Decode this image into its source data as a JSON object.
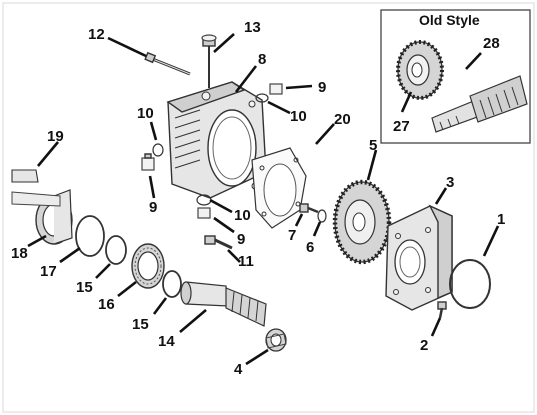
{
  "inset": {
    "title": "Old Style"
  },
  "callouts": {
    "p1": "1",
    "p2": "2",
    "p3": "3",
    "p4": "4",
    "p5": "5",
    "p6": "6",
    "p7": "7",
    "p8": "8",
    "p9a": "9",
    "p9b": "9",
    "p9c": "9",
    "p10a": "10",
    "p10b": "10",
    "p10c": "10",
    "p11": "11",
    "p12": "12",
    "p13": "13",
    "p14": "14",
    "p15a": "15",
    "p15b": "15",
    "p16": "16",
    "p17": "17",
    "p18": "18",
    "p19": "19",
    "p20": "20",
    "p27": "27",
    "p28": "28"
  }
}
